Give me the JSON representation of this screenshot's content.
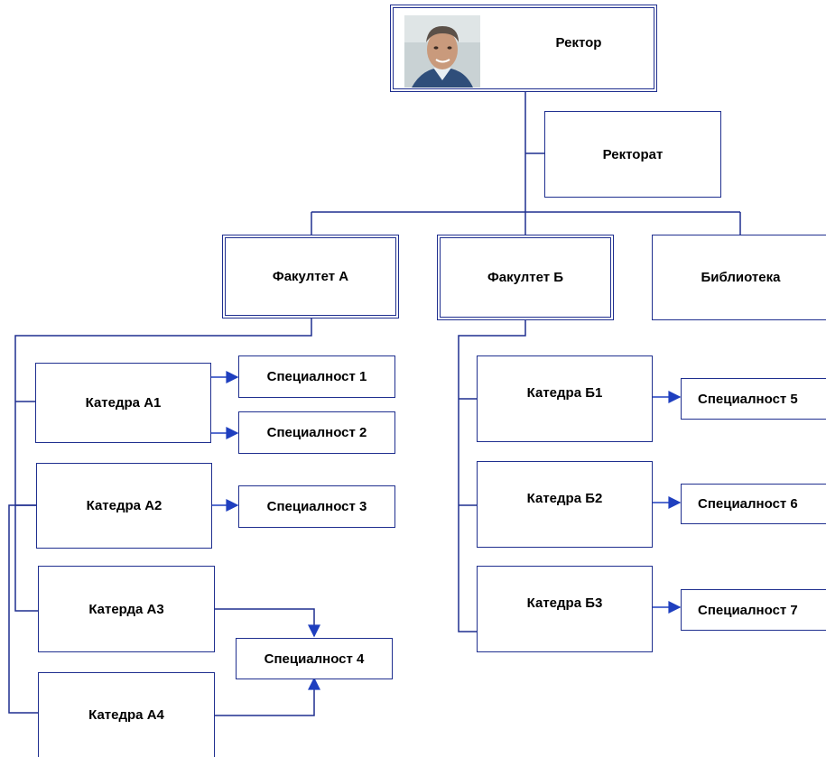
{
  "chart_data": {
    "type": "diagram",
    "title": "",
    "nodes": [
      {
        "id": "rector",
        "label": "Ректор"
      },
      {
        "id": "rectorate",
        "label": "Ректорат"
      },
      {
        "id": "facA",
        "label": "Факултет А"
      },
      {
        "id": "facB",
        "label": "Факултет Б"
      },
      {
        "id": "library",
        "label": "Библиотека"
      },
      {
        "id": "depA1",
        "label": "Катедра А1"
      },
      {
        "id": "depA2",
        "label": "Катедра А2"
      },
      {
        "id": "depA3",
        "label": "Катерда А3"
      },
      {
        "id": "depA4",
        "label": "Катедра А4"
      },
      {
        "id": "depB1",
        "label": "Катедра Б1"
      },
      {
        "id": "depB2",
        "label": "Катедра Б2"
      },
      {
        "id": "depB3",
        "label": "Катедра Б3"
      },
      {
        "id": "sp1",
        "label": "Специалност 1"
      },
      {
        "id": "sp2",
        "label": "Специалност 2"
      },
      {
        "id": "sp3",
        "label": "Специалност 3"
      },
      {
        "id": "sp4",
        "label": "Специалност 4"
      },
      {
        "id": "sp5",
        "label": "Специалност 5"
      },
      {
        "id": "sp6",
        "label": "Специалност 6"
      },
      {
        "id": "sp7",
        "label": "Специалност 7"
      }
    ],
    "edges": [
      [
        "rector",
        "rectorate"
      ],
      [
        "rector",
        "facA"
      ],
      [
        "rector",
        "facB"
      ],
      [
        "rector",
        "library"
      ],
      [
        "facA",
        "depA1"
      ],
      [
        "facA",
        "depA2"
      ],
      [
        "facA",
        "depA3"
      ],
      [
        "facA",
        "depA4"
      ],
      [
        "facB",
        "depB1"
      ],
      [
        "facB",
        "depB2"
      ],
      [
        "facB",
        "depB3"
      ],
      [
        "depA1",
        "sp1"
      ],
      [
        "depA1",
        "sp2"
      ],
      [
        "depA2",
        "sp3"
      ],
      [
        "depA3",
        "sp4"
      ],
      [
        "depA4",
        "sp4"
      ],
      [
        "depB1",
        "sp5"
      ],
      [
        "depB2",
        "sp6"
      ],
      [
        "depB3",
        "sp7"
      ]
    ]
  },
  "colors": {
    "line": "#1f2f8f",
    "arrow": "#1f3fbf",
    "text": "#000000"
  },
  "icons": {
    "rector_photo": "person-portrait"
  }
}
